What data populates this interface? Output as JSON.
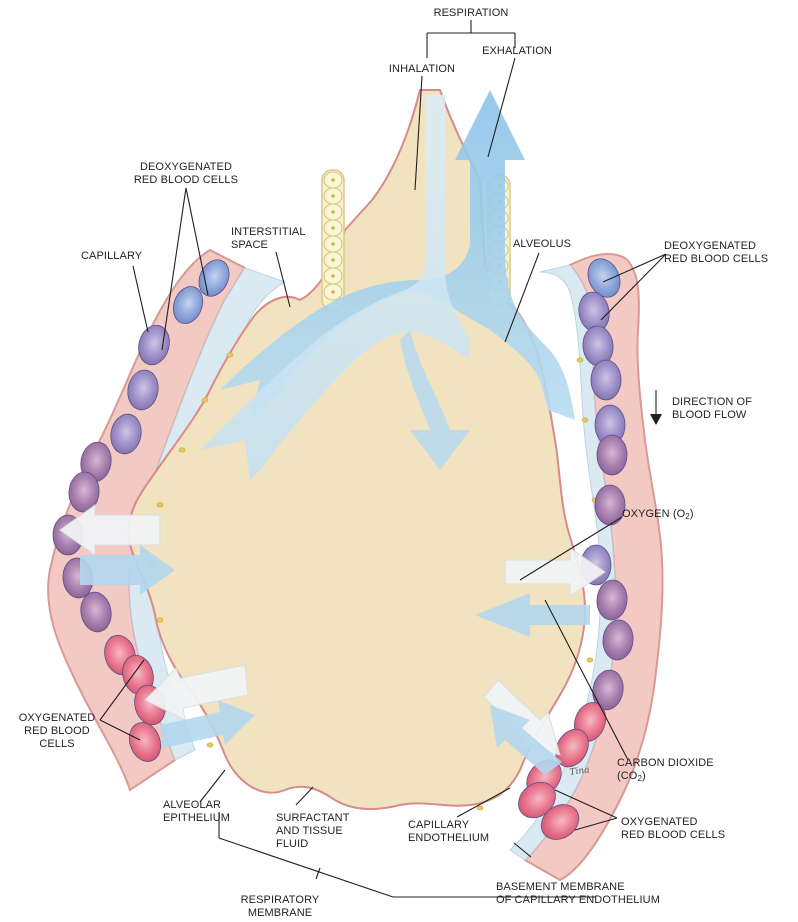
{
  "labels": {
    "respiration": "RESPIRATION",
    "inhalation": "INHALATION",
    "exhalation": "EXHALATION",
    "deoxy_left_1": "DEOXYGENATED",
    "deoxy_left_2": "RED BLOOD CELLS",
    "interstitial_1": "INTERSTITIAL",
    "interstitial_2": "SPACE",
    "alveolus": "ALVEOLUS",
    "deoxy_right_1": "DEOXYGENATED",
    "deoxy_right_2": "RED BLOOD CELLS",
    "capillary": "CAPILLARY",
    "direction_1": "DIRECTION OF",
    "direction_2": "BLOOD FLOW",
    "oxygen_text": "OXYGEN (O",
    "oxygen_sub": "2",
    "oxygen_close": ")",
    "oxy_left_1": "OXYGENATED",
    "oxy_left_2": "RED BLOOD",
    "oxy_left_3": "CELLS",
    "co2_1": "CARBON DIOXIDE",
    "co2_2_open": "(CO",
    "co2_sub": "2",
    "co2_2_close": ")",
    "alveolar_1": "ALVEOLAR",
    "alveolar_2": "EPITHELIUM",
    "surfactant_1": "SURFACTANT",
    "surfactant_2": "AND TISSUE",
    "surfactant_3": "FLUID",
    "cap_endo_1": "CAPILLARY",
    "cap_endo_2": "ENDOTHELIUM",
    "oxy_right_1": "OXYGENATED",
    "oxy_right_2": "RED BLOOD CELLS",
    "basement_1": "BASEMENT MEMBRANE",
    "basement_2": "OF CAPILLARY ENDOTHELIUM",
    "resp_mem_1": "RESPIRATORY",
    "resp_mem_2": "MEMBRANE",
    "signature": "Tina"
  },
  "colors": {
    "alveolus_fill": "#f2e3c0",
    "capillary_fill": "#f3c9c4",
    "capillary_edge": "#d99a94",
    "epithelium_line": "#d98a8a",
    "interstitial_fill": "#d7e9f2",
    "deoxy_cell": "#9aa3cf",
    "deoxy_cell_blue": "#7fa5d6",
    "purple_cell": "#a080b0",
    "oxy_cell": "#e26e84",
    "air_arrow": "#a9d3ec",
    "gas_white": "#f4f5f6",
    "leader": "#231f20"
  }
}
